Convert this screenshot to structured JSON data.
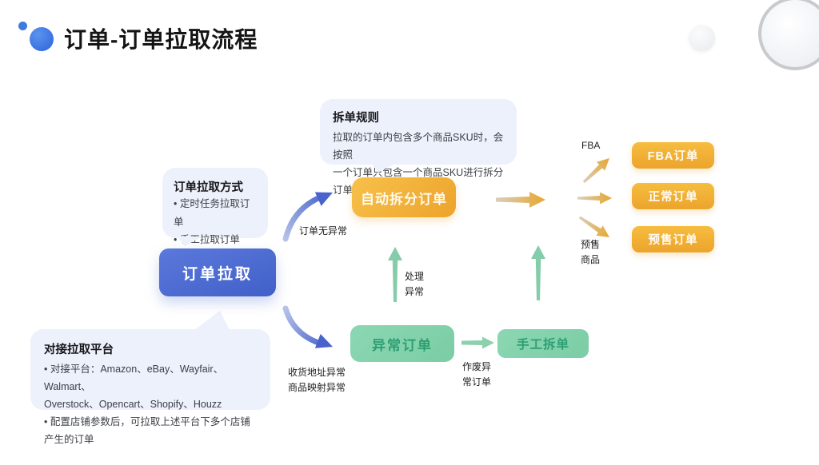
{
  "title": "订单-订单拉取流程",
  "colors": {
    "accent_blue": "#4a65cd",
    "accent_gold": "#eda42c",
    "accent_green": "#7fd0a9",
    "callout_bg": "#edf1fb",
    "title_text": "#141414"
  },
  "callouts": {
    "split_rule": {
      "title": "拆单规则",
      "body": "拉取的订单内包含多个商品SKU时，会按照\n一个订单只包含一个商品SKU进行拆分订单"
    },
    "pull_method": {
      "title": "订单拉取方式",
      "items": [
        "• 定时任务拉取订单",
        "• 手工拉取订单"
      ]
    },
    "platforms": {
      "title": "对接拉取平台",
      "body": "• 对接平台：Amazon、eBay、Wayfair、Walmart、\nOverstock、Opencart、Shopify、Houzz\n• 配置店铺参数后，可拉取上述平台下多个店铺产生的订单"
    }
  },
  "nodes": {
    "order_pull": "订单拉取",
    "auto_split": "自动拆分订单",
    "abnormal_orders": "异常订单",
    "manual_split": "手工拆单",
    "fba_orders": "FBA订单",
    "normal_orders": "正常订单",
    "presale_orders": "预售订单"
  },
  "edge_labels": {
    "no_abnormal": "订单无异常",
    "handle_abnormal": "处理\n异常",
    "address_abnormal": "收货地址异常\n商品映射异常",
    "void_abnormal": "作废异\n常订单",
    "fba_tag": "FBA",
    "presale_tag": "预售\n商品"
  }
}
